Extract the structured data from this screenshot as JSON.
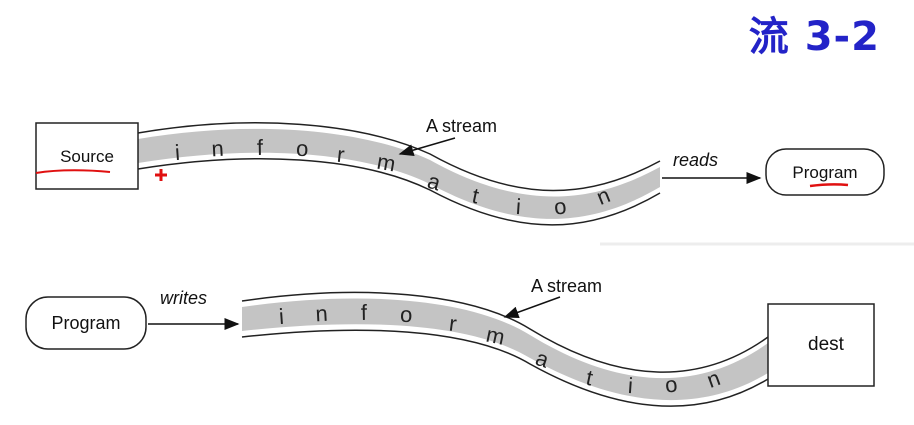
{
  "title": "流 3-2",
  "colors": {
    "title": "#2323c8",
    "stream_fill": "#c4c4c4",
    "annotation_red": "#e01010"
  },
  "top": {
    "source_label": "Source",
    "program_label": "Program",
    "stream_caption": "A stream",
    "verb": "reads",
    "letters": [
      "i",
      "n",
      "f",
      "o",
      "r",
      "m",
      "a",
      "t",
      "i",
      "o",
      "n"
    ]
  },
  "bottom": {
    "program_label": "Program",
    "dest_label": "dest",
    "stream_caption": "A stream",
    "verb": "writes",
    "letters": [
      "i",
      "n",
      "f",
      "o",
      "r",
      "m",
      "a",
      "t",
      "i",
      "o",
      "n"
    ]
  }
}
